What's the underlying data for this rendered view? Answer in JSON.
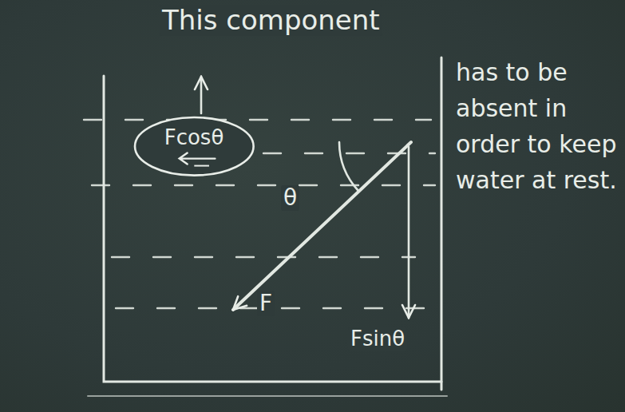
{
  "diagram": {
    "nodes": [
      {
        "text": [
          "Fcosθ"
        ]
      }
    ],
    "labels": [
      "This component",
      "has to be absent in order to keep water at rest.",
      "θ",
      "F",
      "Fsinθ"
    ]
  }
}
